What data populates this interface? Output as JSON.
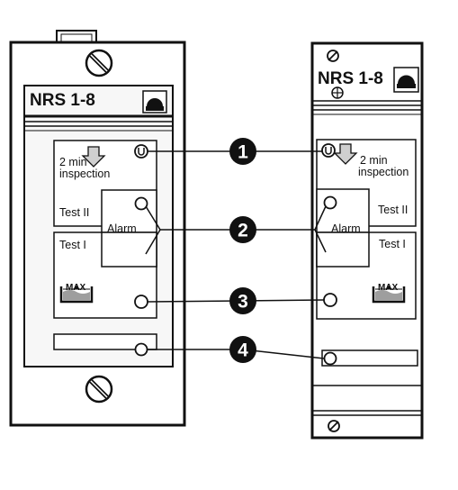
{
  "left_unit": {
    "model": "NRS 1-8",
    "inspection_line1": "2 min",
    "inspection_line2": "inspection",
    "test2": "Test II",
    "alarm": "Alarm",
    "test1": "Test I",
    "max": "MAX"
  },
  "right_unit": {
    "model": "NRS 1-8",
    "inspection_line1": "2 min",
    "inspection_line2": "inspection",
    "test2": "Test II",
    "alarm": "Alarm",
    "test1": "Test I",
    "max": "MAX"
  },
  "callouts": [
    "1",
    "2",
    "3",
    "4"
  ],
  "colors": {
    "ink": "#111111",
    "panel": "#f7f7f7",
    "water": "#9e9e9e",
    "arrow": "#cfcfcf"
  }
}
